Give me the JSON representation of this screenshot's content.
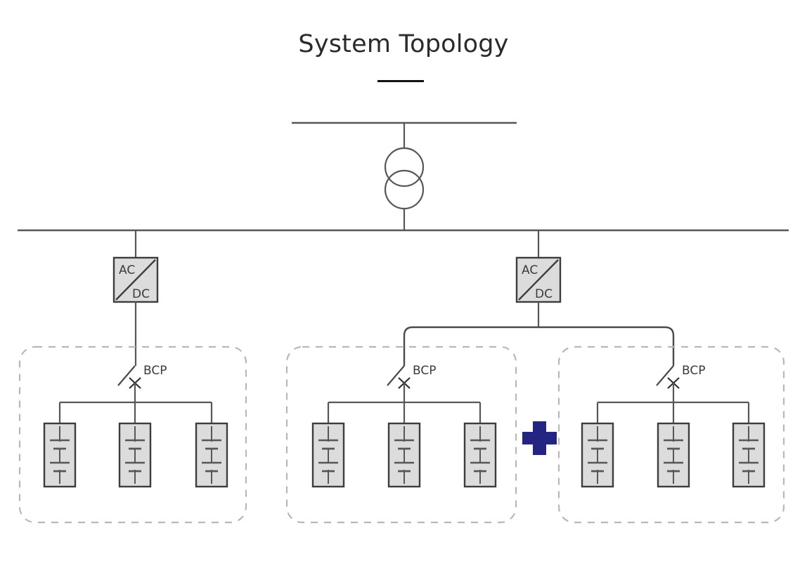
{
  "page": {
    "title": "System Topology",
    "background": "#ffffff"
  },
  "colors": {
    "line": "#575757",
    "line_dark": "#4a4a4a",
    "block_fill": "#dcdcdc",
    "block_stroke": "#3d3d3d",
    "dashed_cluster": "#b8b8b8",
    "label_text": "#3b3b3b",
    "title_text": "#2b2b2b",
    "title_rule": "#111111",
    "plus_accent": "#242483"
  },
  "diagram": {
    "type": "single-line-electrical-topology",
    "grid": {
      "name": "utility-busbar",
      "label": ""
    },
    "transformer": {
      "name": "two-winding-transformer",
      "symbol": "two-overlapping-circles",
      "windings": 2
    },
    "ac_busbar": {
      "name": "ac-distribution-busbar"
    },
    "converters": [
      {
        "id": "converter-left",
        "top_label": "AC",
        "bottom_label": "DC",
        "feeds": [
          "cluster-1"
        ]
      },
      {
        "id": "converter-right",
        "top_label": "AC",
        "bottom_label": "DC",
        "feeds": [
          "cluster-2",
          "cluster-3"
        ]
      }
    ],
    "clusters": [
      {
        "id": "cluster-1",
        "breaker_label": "BCP",
        "breaker_state": "closed",
        "battery_module_count": 3,
        "fed_by": "converter-left"
      },
      {
        "id": "cluster-2",
        "breaker_label": "BCP",
        "breaker_state": "closed",
        "battery_module_count": 3,
        "fed_by": "converter-right"
      },
      {
        "id": "cluster-3",
        "breaker_label": "BCP",
        "breaker_state": "closed",
        "battery_module_count": 3,
        "fed_by": "converter-right"
      }
    ],
    "expansion_marker": {
      "id": "expansion-plus",
      "glyph": "+",
      "meaning": "additional clusters can be added",
      "color": "#242483"
    },
    "battery_module": {
      "symbol": "battery-cells",
      "cells_shown": 2,
      "dashed_continuation": true
    }
  }
}
